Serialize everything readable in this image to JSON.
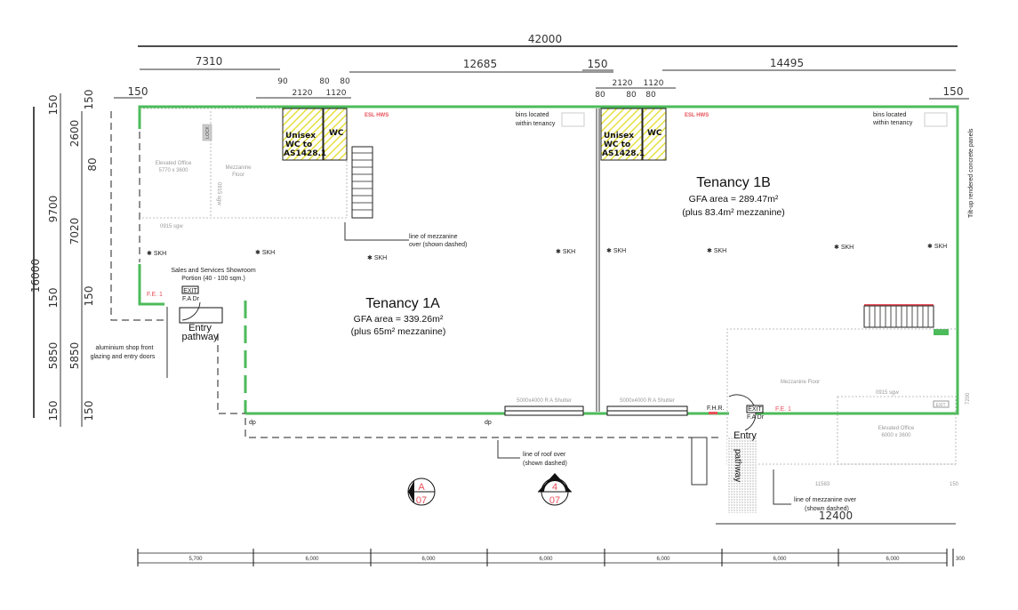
{
  "dimensions": {
    "overall": "42000",
    "top": [
      "7310",
      "12685",
      "150",
      "14495"
    ],
    "left_edge": "150",
    "right_edge": "150",
    "wc_1a": {
      "w1": "90",
      "w2": "80",
      "w3": "80",
      "a": "2120",
      "b": "1120"
    },
    "wc_1b": {
      "w1": "80",
      "w2": "80",
      "w3": "80",
      "a": "2120",
      "b": "1120"
    },
    "vertical_total": "16000",
    "vertical_col1": [
      "150",
      "9700",
      "150",
      "5850",
      "150"
    ],
    "vertical_col2": [
      "150",
      "2600",
      "80",
      "7020",
      "150",
      "5850",
      "150"
    ],
    "bottom_right": "12400",
    "mezz_width": "11583",
    "mezz_edge": "150",
    "mezz_height": "7200",
    "grid": [
      "5,700",
      "6,000",
      "6,000",
      "6,000",
      "6,000",
      "6,000",
      "6,000",
      "300"
    ]
  },
  "tenancy_1a": {
    "title": "Tenancy 1A",
    "gfa": "GFA area = 339.26m²",
    "mezz": "(plus 65m² mezzanine)",
    "elevated_office": "Elevated Office",
    "elevated_office_size": "5770 x 3600",
    "mezzanine_floor": "Mezzanine",
    "mezzanine_floor2": "Floor",
    "sgw": "0915 sgw",
    "sgw2": "0915 sgw",
    "showroom": "Sales and Services Showroom",
    "showroom2": "Portion (40 - 100 sqm.)",
    "fe": "F.E. 1",
    "exit": "EXIT",
    "fadr": "F.A Dr",
    "entry": "Entry",
    "pathway": "pathway",
    "shopfront": "aluminium shop front",
    "shopfront2": "glazing and entry doors",
    "mezz_note": "line of mezzanine",
    "mezz_note2": "over (shown dashed)",
    "wc_unisex": [
      "Unisex",
      "WC to",
      "AS1428.1"
    ],
    "wc": "WC",
    "hws": "ESL HWS",
    "shutter": "5000x4000 R A Shutter",
    "dp": "dp",
    "skh": "SKH",
    "lock": "LOCK"
  },
  "tenancy_1b": {
    "title": "Tenancy 1B",
    "gfa": "GFA area = 289.47m²",
    "mezz": "(plus 83.4m² mezzanine)",
    "bins": "bins located",
    "bins2": "within tenancy",
    "panels": "Tilt-up rendered concrete panels",
    "mezzanine_floor": "Mezzanine Floor",
    "sgw": "0915 sgw",
    "elevated_office": "Elevated Office",
    "elevated_office_size": "6000 x 3600",
    "fhr": "F.H.R.",
    "fe": "F.E. 1",
    "exit": "EXIT",
    "fadr": "F.A Dr",
    "entry": "Entry",
    "pathway": "pathway",
    "mezz_note": "line of mezzanine over",
    "mezz_note2": "(shown dashed)",
    "wc_unisex": [
      "Unisex",
      "WC to",
      "AS1428.1"
    ],
    "wc": "WC",
    "hws": "ESL HWS",
    "shutter": "5000x4000 R A Shutter",
    "skh": "SKH"
  },
  "roof_note": "line of roof over",
  "roof_note2": "(shown dashed)",
  "section_markers": [
    {
      "top": "A",
      "bottom": "07"
    },
    {
      "top": "4",
      "bottom": "07"
    }
  ]
}
